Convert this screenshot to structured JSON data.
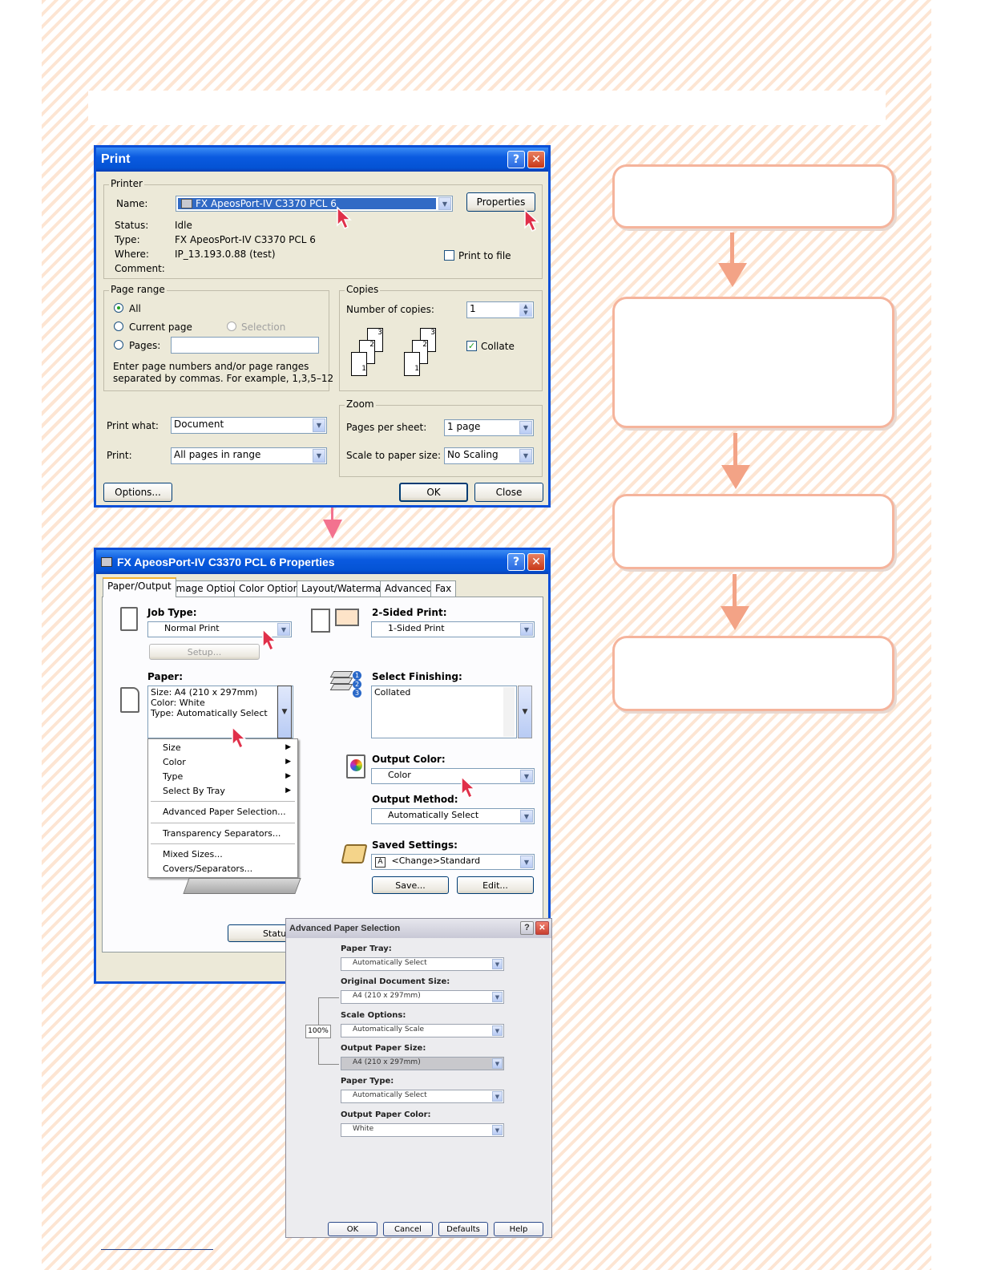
{
  "print_dialog": {
    "title": "Print",
    "help_btn": "?",
    "close_btn": "✕",
    "printer_group": "Printer",
    "name_label": "Name:",
    "name_value": "FX ApeosPort-IV C3370 PCL 6",
    "properties_btn": "Properties",
    "status_label": "Status:",
    "status_value": "Idle",
    "type_label": "Type:",
    "type_value": "FX ApeosPort-IV C3370 PCL 6",
    "where_label": "Where:",
    "where_value": "IP_13.193.0.88 (test)",
    "comment_label": "Comment:",
    "print_to_file": "Print to file",
    "page_range_group": "Page range",
    "range_all": "All",
    "range_current": "Current page",
    "range_selection": "Selection",
    "range_pages": "Pages:",
    "range_hint_1": "Enter page numbers and/or page ranges",
    "range_hint_2": "separated by commas.  For example, 1,3,5–12",
    "copies_group": "Copies",
    "copies_label": "Number of copies:",
    "copies_value": "1",
    "collate": "Collate",
    "page_nums": [
      "1",
      "2",
      "3"
    ],
    "zoom_group": "Zoom",
    "print_what_label": "Print what:",
    "print_what_value": "Document",
    "print_label": "Print:",
    "print_value": "All pages in range",
    "pps_label": "Pages per sheet:",
    "pps_value": "1 page",
    "scale_label": "Scale to paper size:",
    "scale_value": "No Scaling",
    "options_btn": "Options...",
    "ok_btn": "OK",
    "close_text_btn": "Close"
  },
  "properties_dialog": {
    "title": "FX ApeosPort-IV C3370 PCL 6 Properties",
    "help_btn": "?",
    "close_btn": "✕",
    "tabs": [
      "Paper/Output",
      "Image Options",
      "Color Options",
      "Layout/Watermark",
      "Advanced",
      "Fax"
    ],
    "job_type_label": "Job Type:",
    "job_type_value": "Normal Print",
    "setup_btn": "Setup...",
    "two_sided_label": "2-Sided Print:",
    "two_sided_value": "1-Sided Print",
    "paper_label": "Paper:",
    "paper_size": "Size: A4 (210 x 297mm)",
    "paper_color": "Color: White",
    "paper_type": "Type: Automatically Select",
    "finishing_label": "Select Finishing:",
    "finishing_value": "Collated",
    "finish_nums": [
      "1",
      "2",
      "3"
    ],
    "menu_items": [
      "Size",
      "Color",
      "Type",
      "Select By Tray",
      "Advanced Paper Selection...",
      "Transparency Separators...",
      "Mixed Sizes...",
      "Covers/Separators..."
    ],
    "output_color_label": "Output Color:",
    "output_color_value": "Color",
    "output_method_label": "Output Method:",
    "output_method_value": "Automatically Select",
    "saved_settings_label": "Saved Settings:",
    "saved_settings_badge": "A",
    "saved_settings_value": "<Change>Standard",
    "save_btn": "Save...",
    "edit_btn": "Edit...",
    "status_btn": "Status"
  },
  "advanced_dialog": {
    "title": "Advanced Paper Selection",
    "help_btn": "?",
    "close_btn": "✕",
    "paper_tray_label": "Paper Tray:",
    "paper_tray_value": "Automatically Select",
    "orig_size_label": "Original Document Size:",
    "orig_size_value": "A4 (210 x 297mm)",
    "scale_label": "Scale Options:",
    "scale_value": "Automatically Scale",
    "scale_pct": "100%",
    "out_size_label": "Output Paper Size:",
    "out_size_value": "A4 (210 x 297mm)",
    "paper_type_label": "Paper Type:",
    "paper_type_value": "Automatically Select",
    "out_color_label": "Output Paper Color:",
    "out_color_value": "White",
    "ok_btn": "OK",
    "cancel_btn": "Cancel",
    "defaults_btn": "Defaults",
    "help_text_btn": "Help"
  },
  "colors": {
    "stripe": "#fde5d3",
    "flow_border": "#f5b49c",
    "arrow": "#f3a386",
    "xp_title": "#0a5ae0",
    "xp_face": "#ece9d8"
  }
}
